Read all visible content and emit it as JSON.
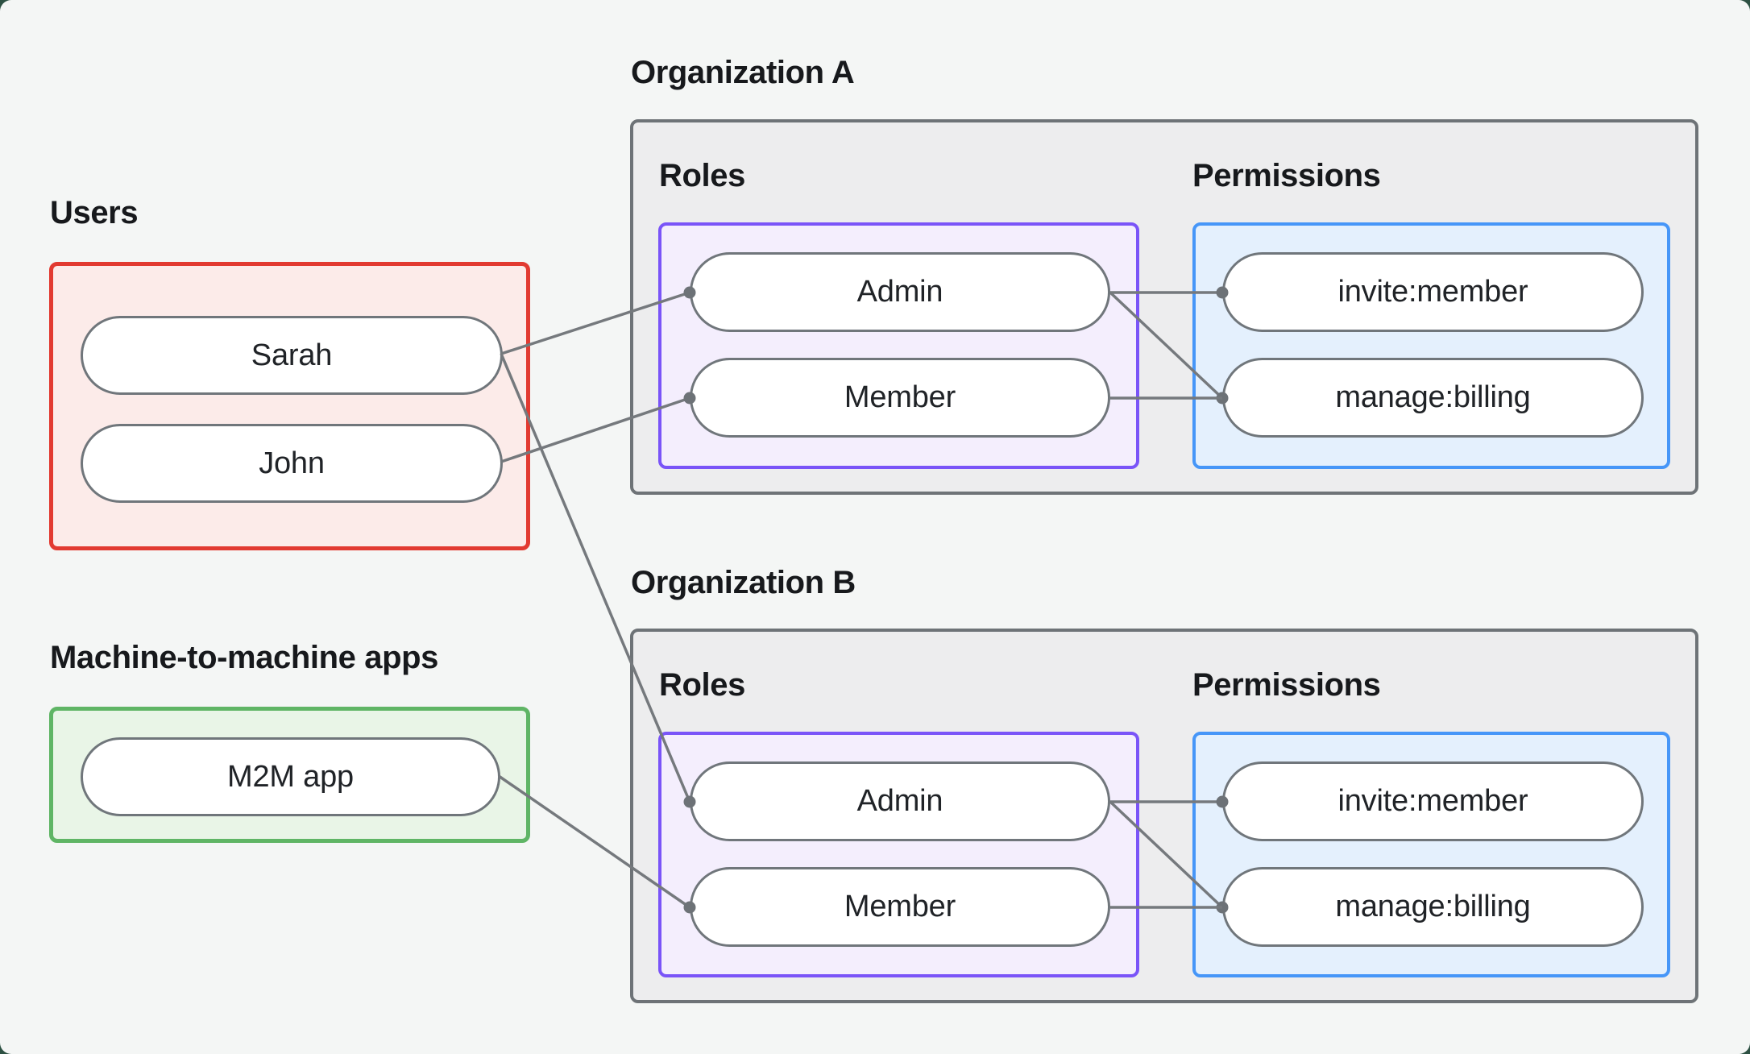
{
  "page": {
    "backdrop_color": "#2d5143",
    "canvas_color": "#f4f6f5"
  },
  "users_section": {
    "label": "Users",
    "border_color": "#e23a31",
    "fill_color": "#fcebe9",
    "users": [
      {
        "name": "Sarah"
      },
      {
        "name": "John"
      }
    ]
  },
  "m2m_section": {
    "label": "Machine-to-machine apps",
    "border_color": "#5fb565",
    "fill_color": "#e9f5e7",
    "apps": [
      {
        "name": "M2M app"
      }
    ]
  },
  "organizations": [
    {
      "title": "Organization A",
      "roles_label": "Roles",
      "permissions_label": "Permissions",
      "roles": [
        {
          "name": "Admin"
        },
        {
          "name": "Member"
        }
      ],
      "permissions": [
        {
          "name": "invite:member"
        },
        {
          "name": "manage:billing"
        }
      ]
    },
    {
      "title": "Organization B",
      "roles_label": "Roles",
      "permissions_label": "Permissions",
      "roles": [
        {
          "name": "Admin"
        },
        {
          "name": "Member"
        }
      ],
      "permissions": [
        {
          "name": "invite:member"
        },
        {
          "name": "manage:billing"
        }
      ]
    }
  ],
  "style": {
    "org_border_color": "#6e7377",
    "org_fill_color": "#ededee",
    "roles_border_color": "#7a54f8",
    "roles_fill_color": "#f4eefd",
    "permissions_border_color": "#4696f8",
    "permissions_fill_color": "#e4f0fd",
    "pill_border_color": "#70767b",
    "line_color": "#75797d",
    "text_color": "#17191c"
  },
  "connections": [
    {
      "from": "sarah",
      "to": "org_a_admin"
    },
    {
      "from": "john",
      "to": "org_a_member"
    },
    {
      "from": "sarah",
      "to": "org_b_admin"
    },
    {
      "from": "m2m_app",
      "to": "org_b_member"
    },
    {
      "from": "org_a_admin",
      "to": "org_a_invite_member"
    },
    {
      "from": "org_a_admin",
      "to": "org_a_manage_billing"
    },
    {
      "from": "org_a_member",
      "to": "org_a_manage_billing"
    },
    {
      "from": "org_b_admin",
      "to": "org_b_invite_member"
    },
    {
      "from": "org_b_admin",
      "to": "org_b_manage_billing"
    },
    {
      "from": "org_b_member",
      "to": "org_b_manage_billing"
    }
  ]
}
